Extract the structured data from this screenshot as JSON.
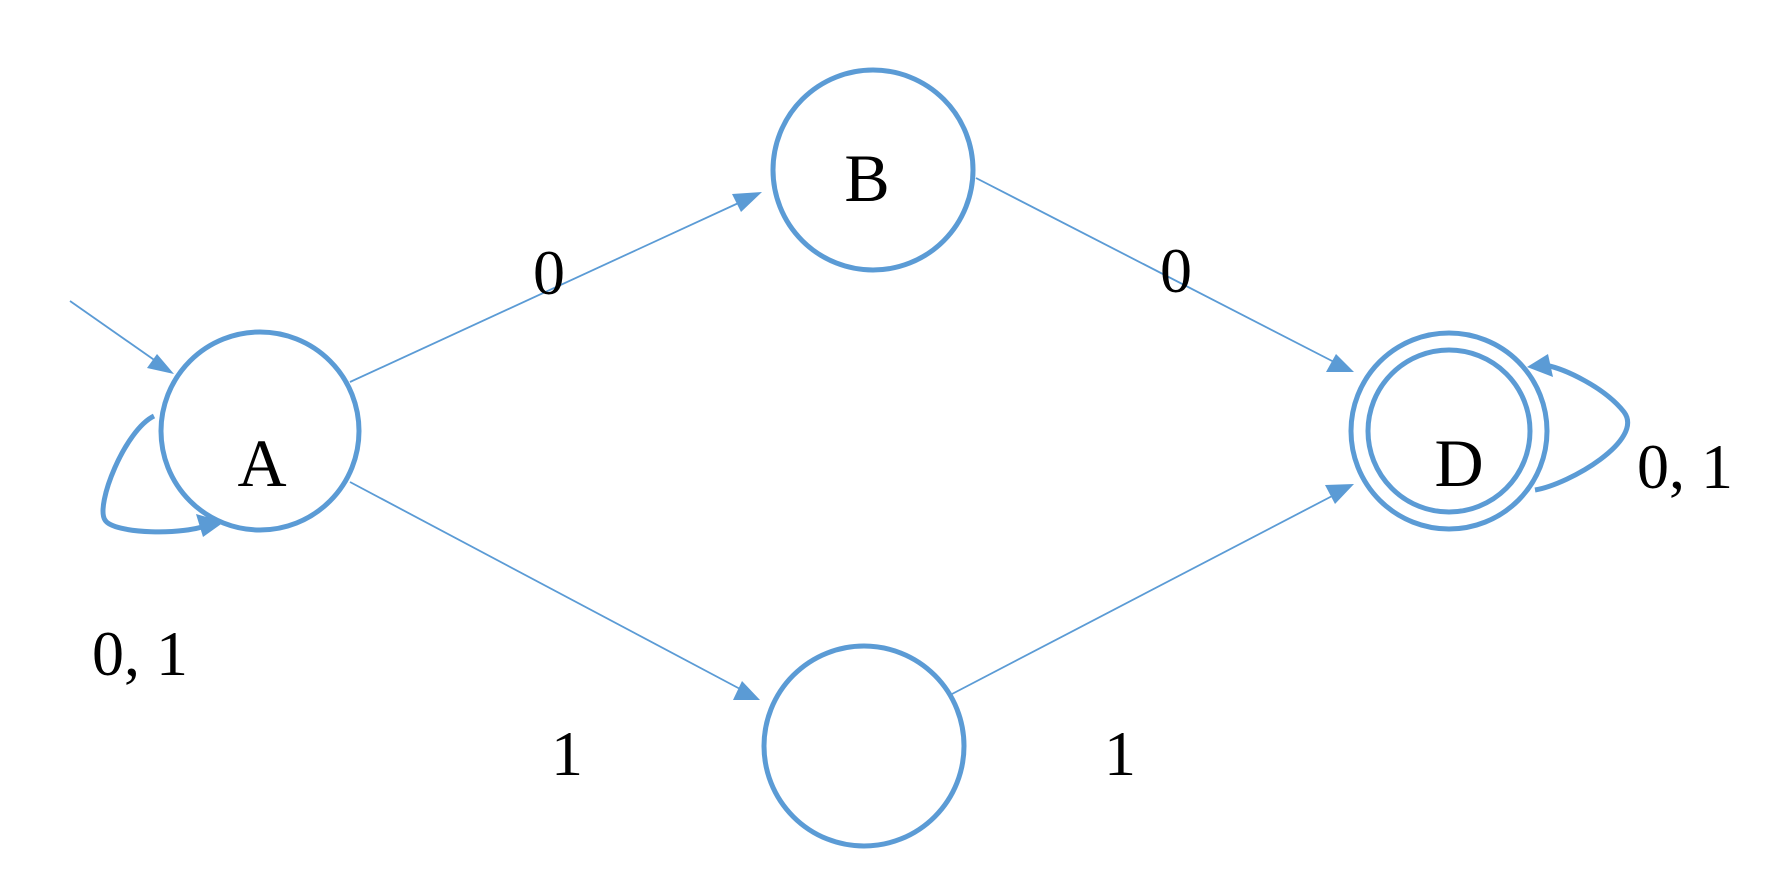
{
  "colors": {
    "stroke": "#5b9bd5",
    "text": "#000000",
    "background": "#ffffff"
  },
  "states": [
    {
      "id": "A",
      "label": "A",
      "start": true,
      "accepting": false
    },
    {
      "id": "B",
      "label": "B",
      "start": false,
      "accepting": false
    },
    {
      "id": "C",
      "label": "",
      "start": false,
      "accepting": false
    },
    {
      "id": "D",
      "label": "D",
      "start": false,
      "accepting": true
    }
  ],
  "transitions": [
    {
      "from": "A",
      "to": "A",
      "label": "0, 1"
    },
    {
      "from": "A",
      "to": "B",
      "label": "0"
    },
    {
      "from": "A",
      "to": "C",
      "label": "1"
    },
    {
      "from": "B",
      "to": "D",
      "label": "0"
    },
    {
      "from": "C",
      "to": "D",
      "label": "1"
    },
    {
      "from": "D",
      "to": "D",
      "label": "0, 1"
    }
  ]
}
